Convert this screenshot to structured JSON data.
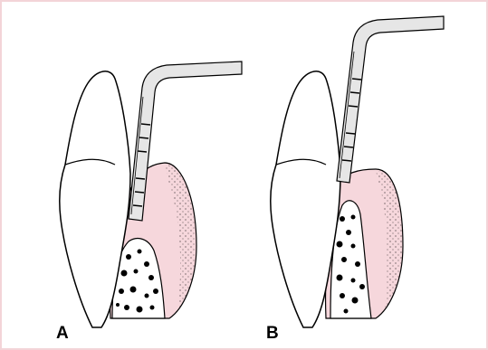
{
  "figure": {
    "panels": [
      {
        "id": "A",
        "label": "A"
      },
      {
        "id": "B",
        "label": "B"
      }
    ],
    "colors": {
      "gingiva": "#f6d7dc",
      "outline": "#000000",
      "probe": "#e6e6e6",
      "frame": "#f3d4d8"
    },
    "icons": [
      "tooth-crown",
      "periodontal-probe",
      "gingiva-tissue",
      "alveolar-bone"
    ]
  }
}
